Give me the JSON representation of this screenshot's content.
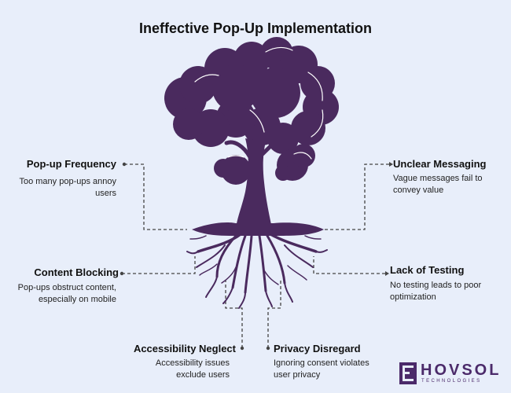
{
  "title": "Ineffective Pop-Up Implementation",
  "colors": {
    "tree": "#4a2a5e",
    "background": "#e8eefa",
    "connector": "#444444"
  },
  "items": [
    {
      "heading": "Pop-up Frequency",
      "description": "Too many pop-ups annoy users"
    },
    {
      "heading": "Unclear Messaging",
      "description": "Vague messages fail to convey value"
    },
    {
      "heading": "Content Blocking",
      "description": "Pop-ups obstruct content, especially on mobile"
    },
    {
      "heading": "Lack of Testing",
      "description": "No testing leads to poor optimization"
    },
    {
      "heading": "Accessibility Neglect",
      "description": "Accessibility issues exclude users"
    },
    {
      "heading": "Privacy Disregard",
      "description": "Ignoring consent violates user privacy"
    }
  ],
  "logo": {
    "name": "HOVSOL",
    "tagline": "TECHNOLOGIES"
  }
}
